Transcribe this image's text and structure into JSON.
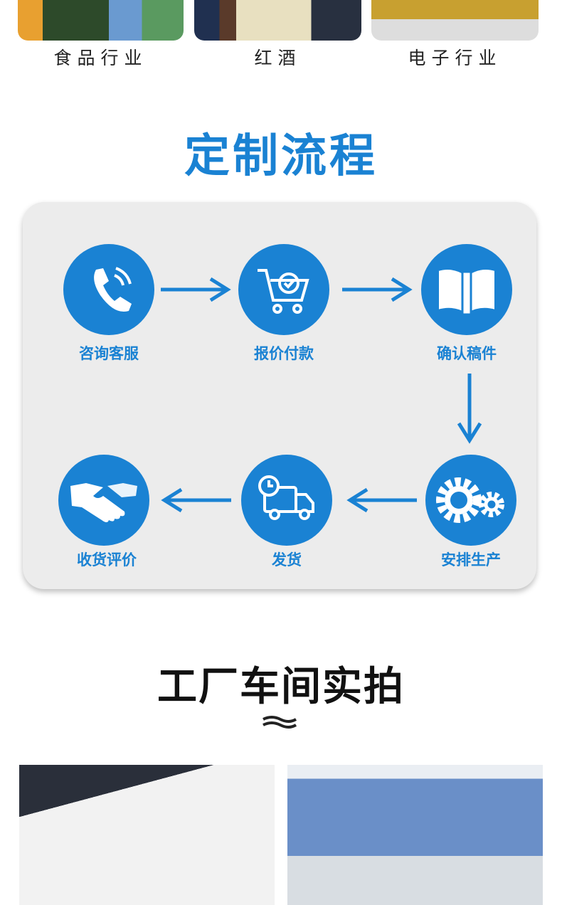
{
  "industries": [
    {
      "label": "食品行业"
    },
    {
      "label": "红酒"
    },
    {
      "label": "电子行业"
    }
  ],
  "process": {
    "title": "定制流程",
    "steps": [
      {
        "label": "咨询客服",
        "icon": "phone-icon"
      },
      {
        "label": "报价付款",
        "icon": "cart-icon"
      },
      {
        "label": "确认稿件",
        "icon": "book-icon"
      },
      {
        "label": "安排生产",
        "icon": "gears-icon"
      },
      {
        "label": "发货",
        "icon": "truck-icon"
      },
      {
        "label": "收货评价",
        "icon": "handshake-icon"
      }
    ]
  },
  "factory": {
    "title": "工厂车间实拍"
  },
  "colors": {
    "accent": "#1a82d3"
  }
}
